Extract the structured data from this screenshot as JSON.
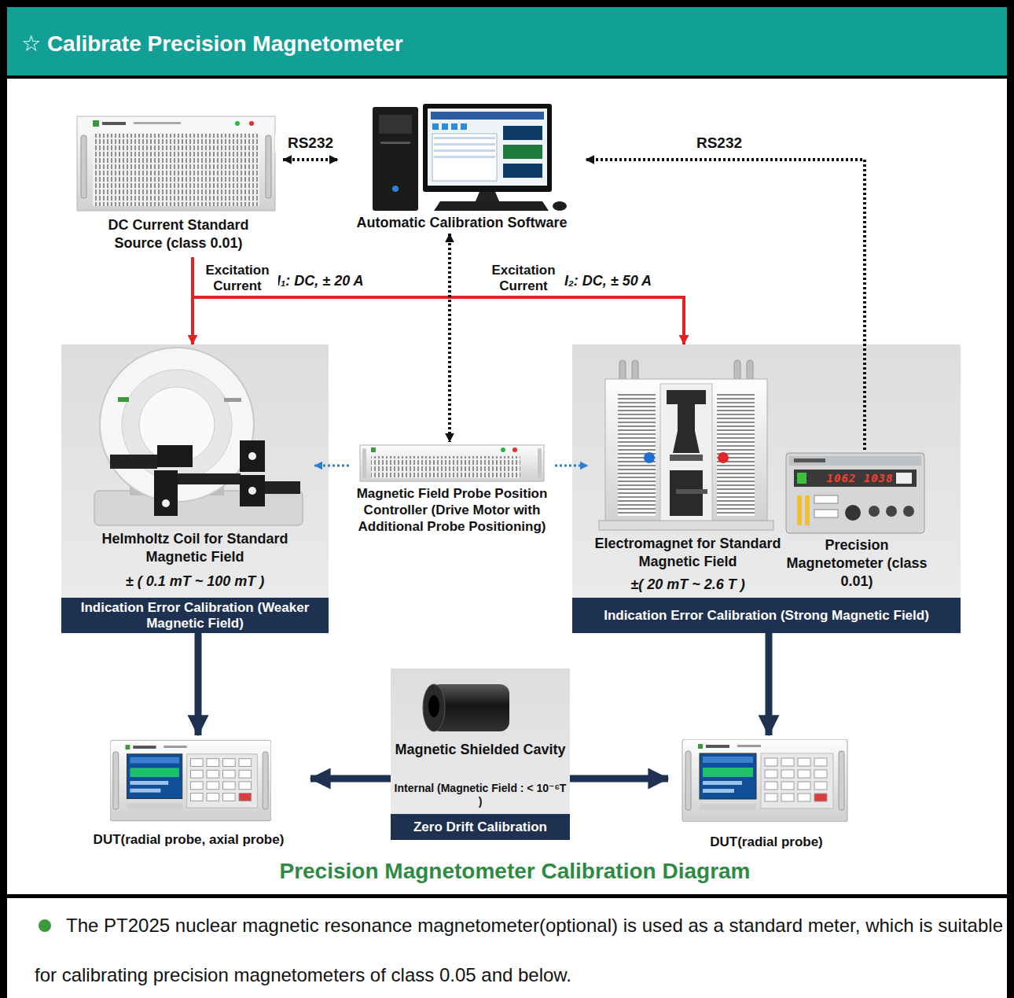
{
  "diagram": {
    "title": "☆ Calibrate Precision Magnetometer",
    "caption": "Precision Magnetometer Calibration Diagram",
    "nodes": [
      {
        "text": [
          "DC Current Standard Source (class 0.01)"
        ]
      },
      {
        "text": [
          "Automatic Calibration Software"
        ]
      },
      {
        "text": [
          "Helmholtz Coil for Standard Magnetic Field",
          "± ( 0.1 mT ~ 100 mT )"
        ]
      },
      {
        "text": [
          "Indication Error Calibration (Weaker Magnetic Field)"
        ],
        "in": 2
      },
      {
        "text": [
          "Magnetic Field Probe Position Controller (Drive Motor with Additional Probe Positioning)"
        ]
      },
      {
        "text": [
          "Electromagnet for Standard Magnetic Field",
          "±( 20 mT ~ 2.6 T )"
        ]
      },
      {
        "text": [
          "Precision Magnetometer (class 0.01)"
        ],
        "in": 5
      },
      {
        "text": [
          "Indication Error Calibration (Strong Magnetic Field)"
        ],
        "in": 5
      },
      {
        "text": [
          "Magnetic Shielded Cavity",
          "Internal (Magnetic Field : < 10⁻⁶T )"
        ]
      },
      {
        "text": [
          "Zero Drift Calibration"
        ],
        "in": 8
      },
      {
        "text": [
          "DUT(radial probe, axial probe)"
        ]
      },
      {
        "text": [
          "DUT(radial probe)"
        ]
      }
    ],
    "edges": [
      {
        "from": 0,
        "to": 1,
        "arrow": "both",
        "label": "RS232"
      },
      {
        "from": 6,
        "to": 1,
        "arrow": "to",
        "label": "RS232"
      },
      {
        "from": 0,
        "to": 2,
        "arrow": "to",
        "label": "Excitation Current"
      },
      {
        "from": 0,
        "to": 5,
        "arrow": "to",
        "label": "Excitation Current"
      },
      {
        "from": 1,
        "to": 4,
        "arrow": "both"
      },
      {
        "from": 4,
        "to": 2,
        "arrow": "to"
      },
      {
        "from": 4,
        "to": 5,
        "arrow": "to"
      },
      {
        "from": 2,
        "to": 10,
        "arrow": "to"
      },
      {
        "from": 5,
        "to": 11,
        "arrow": "to"
      },
      {
        "from": 8,
        "to": 10,
        "arrow": "to"
      },
      {
        "from": 8,
        "to": 11,
        "arrow": "to"
      }
    ],
    "labels": [
      "I₁: DC, ± 20 A",
      "I₂: DC, ± 50 A",
      "1062 1038",
      "The PT2025 nuclear magnetic resonance magnetometer(optional) is used as a standard meter, which is suitable for calibrating precision magnetometers of class 0.05 and below."
    ]
  }
}
